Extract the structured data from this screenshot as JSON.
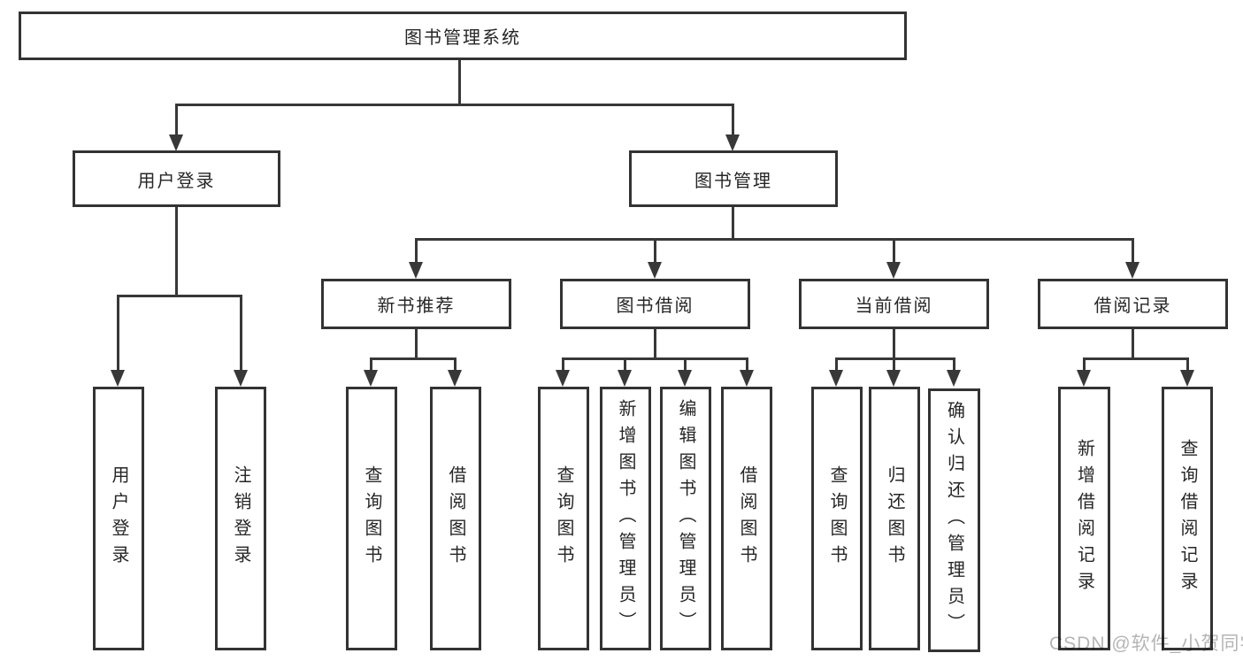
{
  "diagram_title": "图书管理系统",
  "nodes": {
    "root": {
      "label": "图书管理系统"
    },
    "user_login": {
      "label": "用户登录",
      "children": [
        "用户登录",
        "注销登录"
      ]
    },
    "book_mgmt": {
      "label": "图书管理"
    },
    "new_book": {
      "label": "新书推荐",
      "children": [
        "查询图书",
        "借阅图书"
      ]
    },
    "borrow": {
      "label": "图书借阅",
      "children": [
        "查询图书",
        "新增图书（管理员）",
        "编辑图书（管理员）",
        "借阅图书"
      ]
    },
    "current": {
      "label": "当前借阅",
      "children": [
        "查询图书",
        "归还图书",
        "确认归还（管理员）"
      ]
    },
    "records": {
      "label": "借阅记录",
      "children": [
        "新增借阅记录",
        "查询借阅记录"
      ]
    }
  },
  "watermark": {
    "text": "CSDN @软件_小贺同学"
  },
  "colors": {
    "line": "#383838",
    "box_border": "#333333",
    "text": "#262626",
    "watermark": "#b5b5b5",
    "background": "#ffffff"
  }
}
